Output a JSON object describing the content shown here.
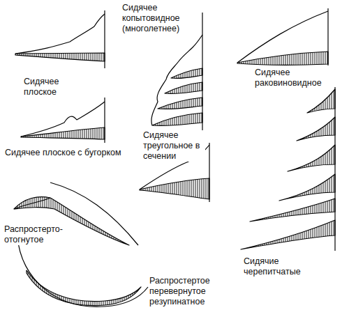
{
  "diagram": {
    "labels": [
      "Сидячее плоское",
      "Сидячее копытовидное (многолетнее)",
      "Сидячее раковиновидное",
      "Сидячее плоское с бугорком",
      "Сидячее треугольное в сечении",
      "Распростерто-отогнутое",
      "Распростертое перевернутое резупинатное",
      "Сидячие черепитчатые"
    ]
  }
}
